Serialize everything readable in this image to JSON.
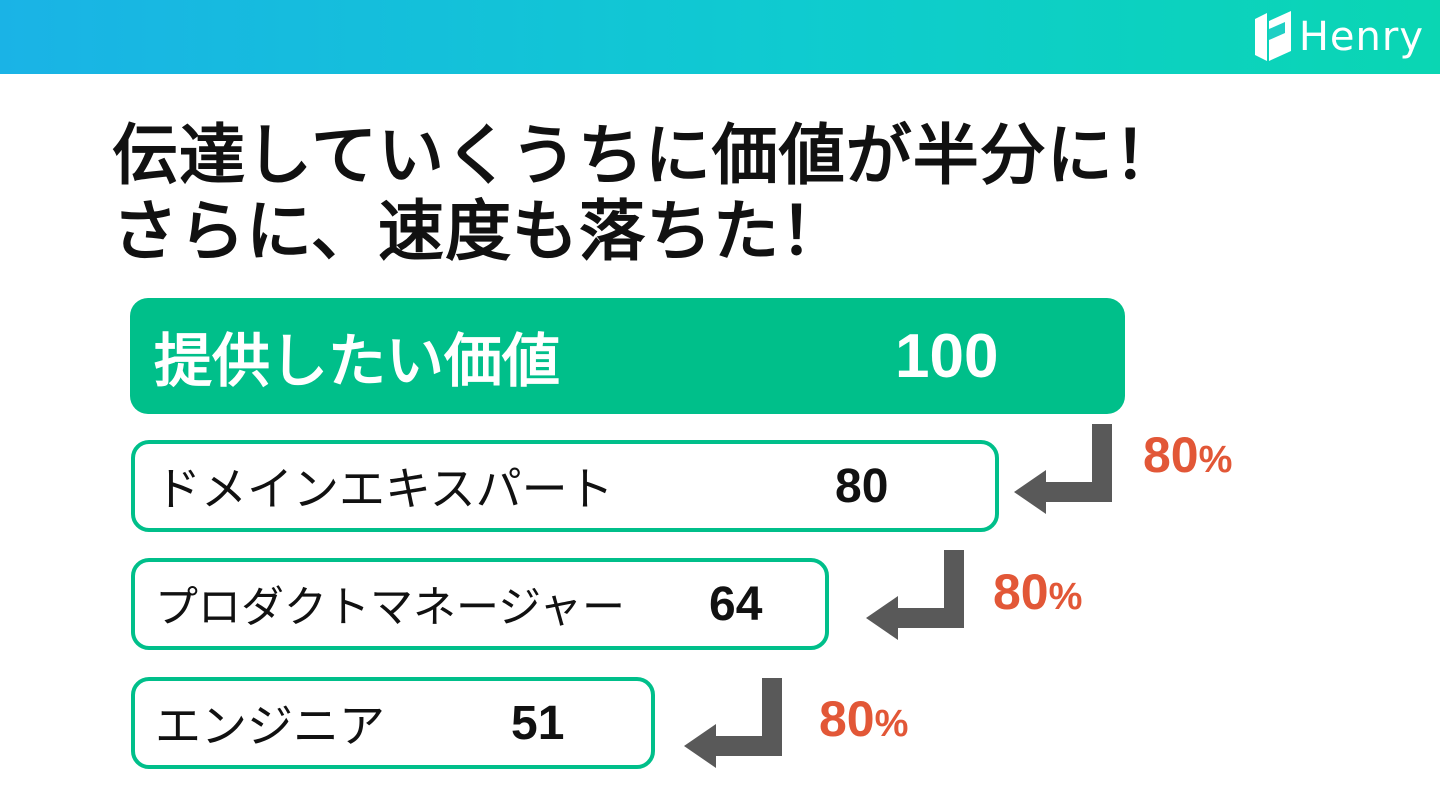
{
  "brand": {
    "name": "Henry"
  },
  "title": {
    "line1": "伝達していくうちに価値が半分に！",
    "line2": "さらに、速度も落ちた！"
  },
  "main_box": {
    "label": "提供したい価値",
    "value": "100"
  },
  "stages": [
    {
      "label": "ドメインエキスパート",
      "value": "80"
    },
    {
      "label": "プロダクトマネージャー",
      "value": "64"
    },
    {
      "label": "エンジニア",
      "value": "51"
    }
  ],
  "ratios": [
    {
      "num": "80",
      "sym": "%"
    },
    {
      "num": "80",
      "sym": "%"
    },
    {
      "num": "80",
      "sym": "%"
    }
  ],
  "colors": {
    "header_gradient_start": "#1ab3e6",
    "header_gradient_end": "#0ad6b3",
    "accent_green": "#00bf8a",
    "ratio_red": "#e25737",
    "arrow_gray": "#595959"
  },
  "icons": {
    "logo": "henry-logo-icon",
    "arrows": "return-arrow-icon"
  }
}
